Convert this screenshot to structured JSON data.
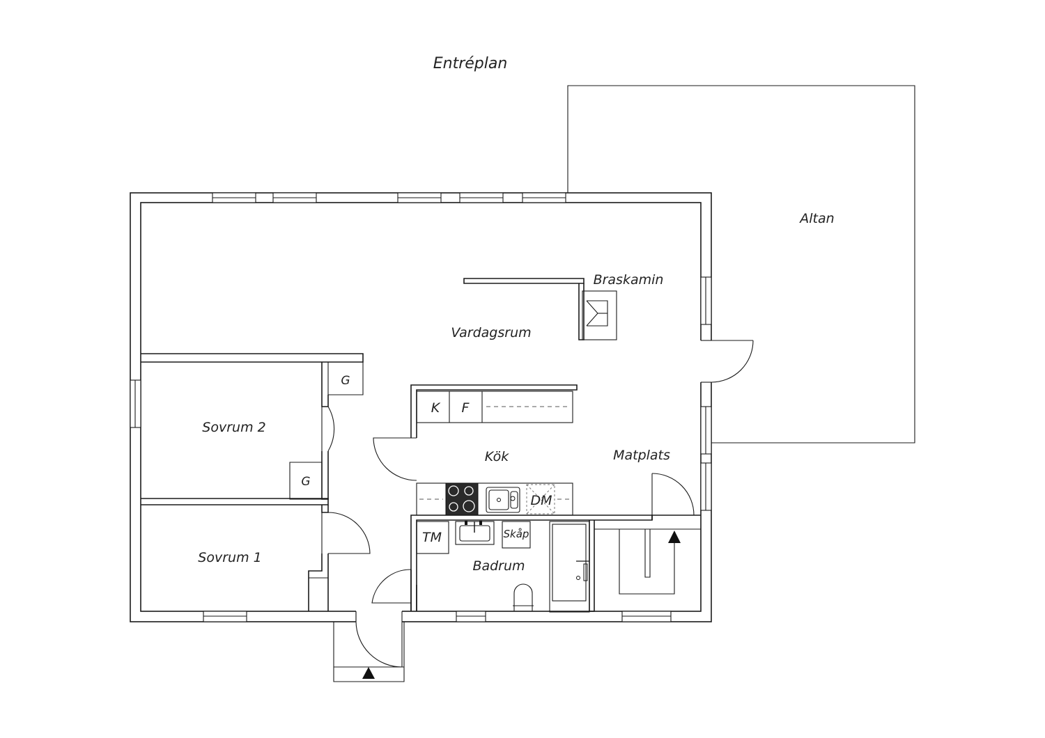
{
  "plan": {
    "title": "Entréplan",
    "rooms": {
      "altan": "Altan",
      "braskamin": "Braskamin",
      "vardagsrum": "Vardagsrum",
      "sovrum2": "Sovrum 2",
      "sovrum1": "Sovrum 1",
      "kok": "Kök",
      "matplats": "Matplats",
      "badrum": "Badrum"
    },
    "fixtures": {
      "garderob_a": "G",
      "garderob_b": "G",
      "kyl": "K",
      "frys": "F",
      "diskmaskin": "DM",
      "tvattmaskin": "TM",
      "skap": "Skåp"
    }
  }
}
